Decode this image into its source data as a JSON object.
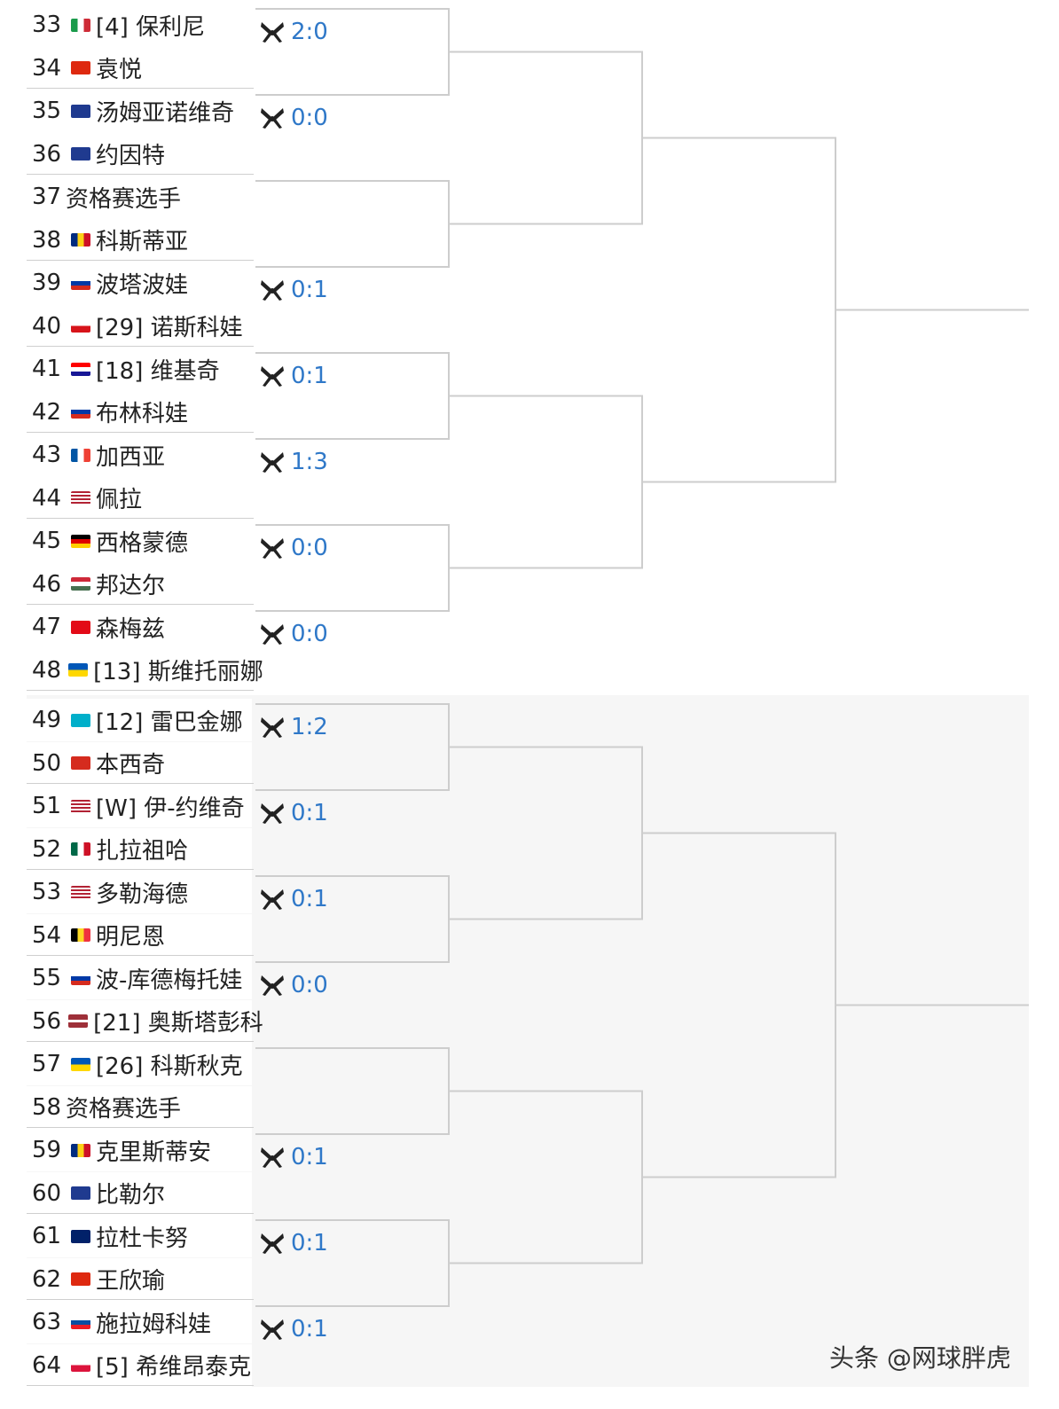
{
  "top_section": {
    "players": [
      {
        "num": "33",
        "flag": "italy",
        "label": "[4] 保利尼"
      },
      {
        "num": "34",
        "flag": "china",
        "label": "袁悦"
      },
      {
        "num": "35",
        "flag": "australia",
        "label": "汤姆亚诺维奇"
      },
      {
        "num": "36",
        "flag": "australia",
        "label": "约因特"
      },
      {
        "num": "37",
        "flag": "none",
        "label": "资格赛选手"
      },
      {
        "num": "38",
        "flag": "romania",
        "label": "科斯蒂亚"
      },
      {
        "num": "39",
        "flag": "russia",
        "label": "波塔波娃"
      },
      {
        "num": "40",
        "flag": "czech",
        "label": "[29] 诺斯科娃"
      },
      {
        "num": "41",
        "flag": "croatia",
        "label": "[18] 维基奇"
      },
      {
        "num": "42",
        "flag": "russia",
        "label": "布林科娃"
      },
      {
        "num": "43",
        "flag": "france",
        "label": "加西亚"
      },
      {
        "num": "44",
        "flag": "usa",
        "label": "佩拉"
      },
      {
        "num": "45",
        "flag": "germany",
        "label": "西格蒙德"
      },
      {
        "num": "46",
        "flag": "hungary",
        "label": "邦达尔"
      },
      {
        "num": "47",
        "flag": "turkey",
        "label": "森梅兹"
      },
      {
        "num": "48",
        "flag": "ukraine",
        "label": "[13] 斯维托丽娜"
      }
    ],
    "scores": [
      "2:0",
      "0:0",
      "",
      "0:1",
      "0:1",
      "1:3",
      "0:0",
      "0:0"
    ]
  },
  "bottom_section": {
    "players": [
      {
        "num": "49",
        "flag": "kazakhstan",
        "label": "[12] 雷巴金娜"
      },
      {
        "num": "50",
        "flag": "switzerland",
        "label": "本西奇"
      },
      {
        "num": "51",
        "flag": "usa",
        "label": "[W] 伊-约维奇"
      },
      {
        "num": "52",
        "flag": "mexico",
        "label": "扎拉祖哈"
      },
      {
        "num": "53",
        "flag": "usa",
        "label": "多勒海德"
      },
      {
        "num": "54",
        "flag": "belgium",
        "label": "明尼恩"
      },
      {
        "num": "55",
        "flag": "russia",
        "label": "波-库德梅托娃"
      },
      {
        "num": "56",
        "flag": "latvia",
        "label": "[21] 奥斯塔彭科"
      },
      {
        "num": "57",
        "flag": "ukraine",
        "label": "[26] 科斯秋克"
      },
      {
        "num": "58",
        "flag": "none",
        "label": "资格赛选手"
      },
      {
        "num": "59",
        "flag": "romania",
        "label": "克里斯蒂安"
      },
      {
        "num": "60",
        "flag": "australia",
        "label": "比勒尔"
      },
      {
        "num": "61",
        "flag": "uk",
        "label": "拉杜卡努"
      },
      {
        "num": "62",
        "flag": "china",
        "label": "王欣瑜"
      },
      {
        "num": "63",
        "flag": "slovakia",
        "label": "施拉姆科娃"
      },
      {
        "num": "64",
        "flag": "poland",
        "label": "[5] 希维昂泰克"
      }
    ],
    "scores": [
      "1:2",
      "0:1",
      "0:1",
      "0:0",
      "",
      "0:1",
      "0:1",
      "0:1"
    ]
  },
  "colors": {
    "score": "#2f78c8",
    "bracket_line": "#cdcdcd"
  },
  "icons": {
    "score_icon": "crossed-rackets-icon"
  },
  "watermark": "头条 @网球胖虎"
}
